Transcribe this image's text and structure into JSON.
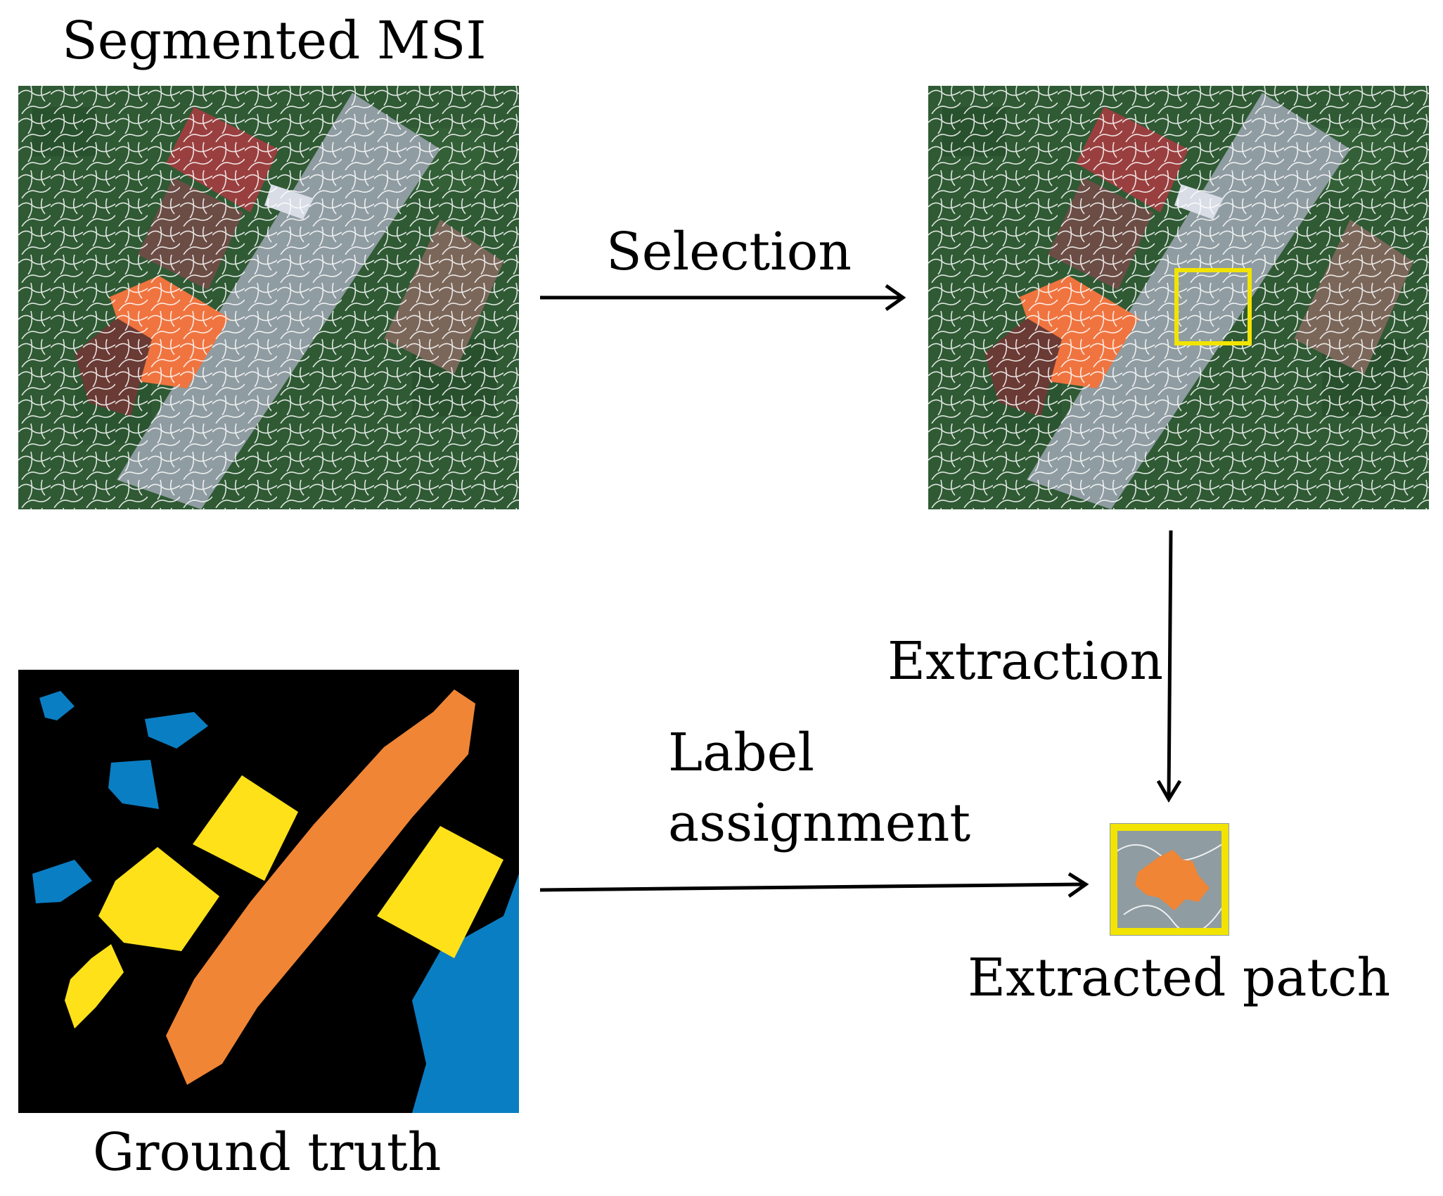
{
  "labels": {
    "title": "Segmented MSI",
    "selection": "Selection",
    "extraction": "Extraction",
    "label_assignment_line1": "Label",
    "label_assignment_line2": "assignment",
    "extracted_patch": "Extracted patch",
    "ground_truth": "Ground truth"
  },
  "colors": {
    "vegetation": "#2f5a34",
    "road": "#8f9ca1",
    "roof_red": "#9a3f3f",
    "roof_orange": "#f0743f",
    "roof_brown": "#7b675a",
    "segment_lines": "#ffffff",
    "selection_box": "#f2e400",
    "gt_background": "#000000",
    "gt_road": "#f08535",
    "gt_building": "#ffe11a",
    "gt_water": "#0a7ec3",
    "arrow": "#000000"
  }
}
